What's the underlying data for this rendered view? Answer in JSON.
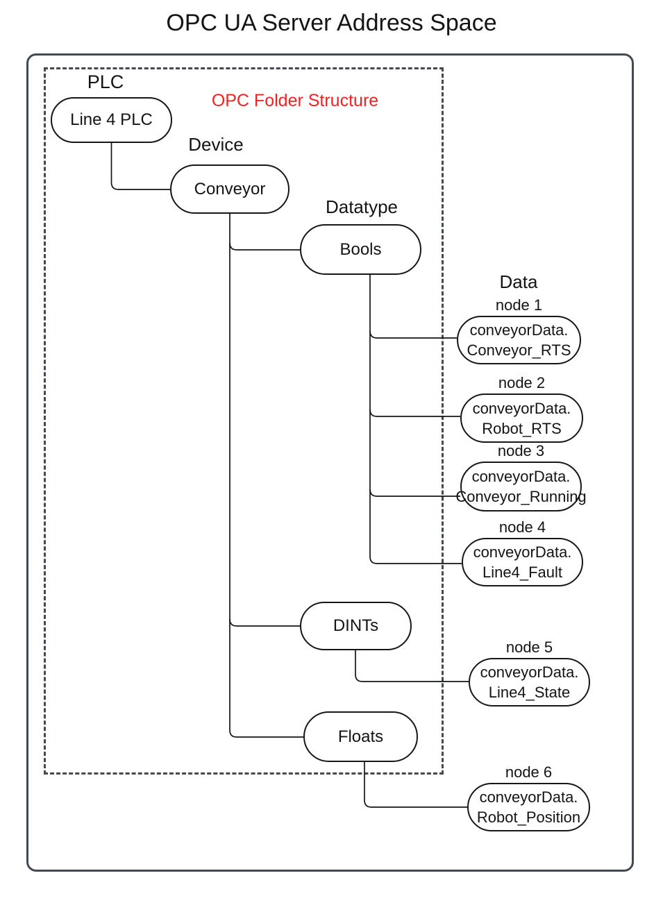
{
  "title": "OPC UA Server Address Space",
  "annotation": {
    "label": "OPC Folder Structure"
  },
  "levels": {
    "plc": "PLC",
    "device": "Device",
    "datatype": "Datatype",
    "data": "Data"
  },
  "folders": {
    "plc": "Line 4 PLC",
    "device": "Conveyor",
    "bools": "Bools",
    "dints": "DINTs",
    "floats": "Floats"
  },
  "nodes": [
    {
      "label": "node 1",
      "line1": "conveyorData.",
      "line2": "Conveyor_RTS"
    },
    {
      "label": "node 2",
      "line1": "conveyorData.",
      "line2": "Robot_RTS"
    },
    {
      "label": "node 3",
      "line1": "conveyorData.",
      "line2": "Conveyor_Running"
    },
    {
      "label": "node 4",
      "line1": "conveyorData.",
      "line2": "Line4_Fault"
    },
    {
      "label": "node 5",
      "line1": "conveyorData.",
      "line2": "Line4_State"
    },
    {
      "label": "node 6",
      "line1": "conveyorData.",
      "line2": "Robot_Position"
    }
  ],
  "colors": {
    "border": "#424953",
    "red": "#f42121",
    "line": "#141414"
  }
}
